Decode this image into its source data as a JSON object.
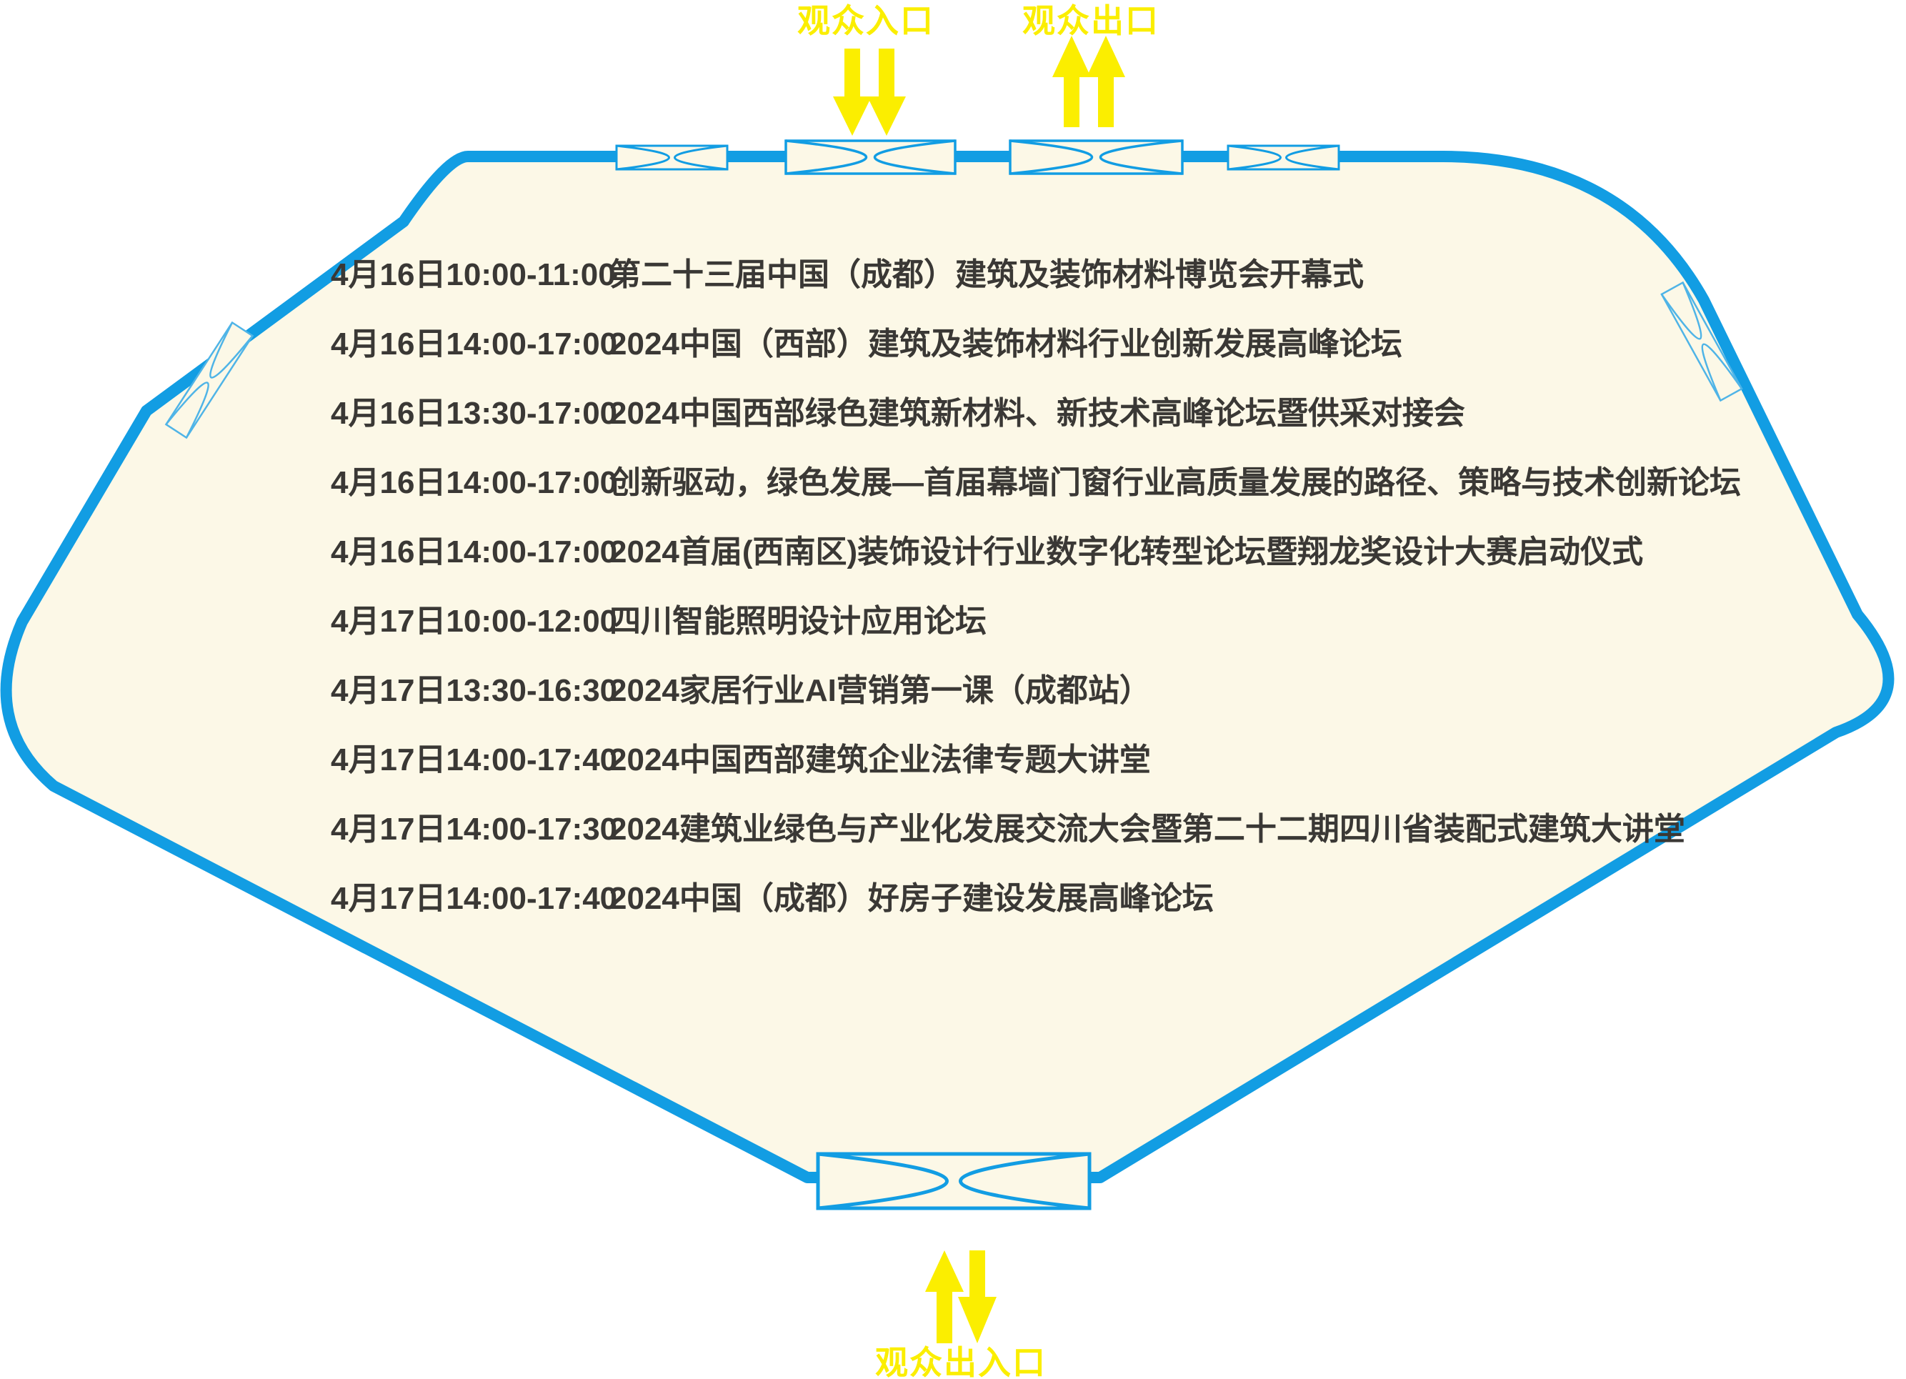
{
  "labels": {
    "visitor_entrance_top": "观众入口",
    "visitor_exit_top": "观众出口",
    "visitor_entrance_exit_bottom": "观众出入口"
  },
  "schedule": [
    {
      "time": "4月16日10:00-11:00",
      "title": "第二十三届中国（成都）建筑及装饰材料博览会开幕式"
    },
    {
      "time": "4月16日14:00-17:00",
      "title": "2024中国（西部）建筑及装饰材料行业创新发展高峰论坛"
    },
    {
      "time": "4月16日13:30-17:00",
      "title": "2024中国西部绿色建筑新材料、新技术高峰论坛暨供采对接会"
    },
    {
      "time": "4月16日14:00-17:00",
      "title": "创新驱动，绿色发展—首届幕墙门窗行业高质量发展的路径、策略与技术创新论坛"
    },
    {
      "time": "4月16日14:00-17:00",
      "title": "2024首届(西南区)装饰设计行业数字化转型论坛暨翔龙奖设计大赛启动仪式"
    },
    {
      "time": "4月17日10:00-12:00",
      "title": "四川智能照明设计应用论坛"
    },
    {
      "time": "4月17日13:30-16:30",
      "title": "2024家居行业AI营销第一课（成都站）"
    },
    {
      "time": "4月17日14:00-17:40",
      "title": "2024中国西部建筑企业法律专题大讲堂"
    },
    {
      "time": "4月17日14:00-17:30",
      "title": "2024建筑业绿色与产业化发展交流大会暨第二十二期四川省装配式建筑大讲堂"
    },
    {
      "time": "4月17日14:00-17:40",
      "title": "2024中国（成都）好房子建设发展高峰论坛"
    }
  ],
  "colors": {
    "hall_border_blue": "#129DE3",
    "hall_fill_cream": "#FCF8E7",
    "gate_outline_light_blue": "#4FB4E7",
    "arrow_yellow": "#FBEE00",
    "text_dark": "#3A3835",
    "page_background": "#FFFFFF"
  }
}
